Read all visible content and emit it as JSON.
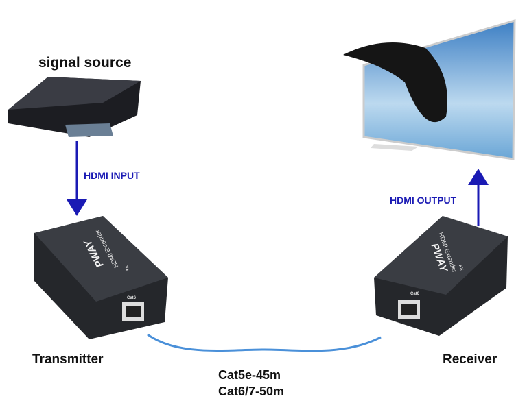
{
  "labels": {
    "signal_source": "signal source",
    "hdmi_input": "HDMI INPUT",
    "hdmi_output": "HDMI OUTPUT",
    "transmitter": "Transmitter",
    "receiver": "Receiver",
    "cable_spec_1": "Cat5e-45m",
    "cable_spec_2": "Cat6/7-50m"
  },
  "device_lettering": {
    "brand": "PWAY",
    "product": "HDMI Extender",
    "tx_badge": "TX",
    "rx_badge": "RX",
    "port": "Cat6"
  },
  "colors": {
    "arrow": "#1a1ab4",
    "device_body": "#2b2d31",
    "cable": "#4a90d9"
  }
}
